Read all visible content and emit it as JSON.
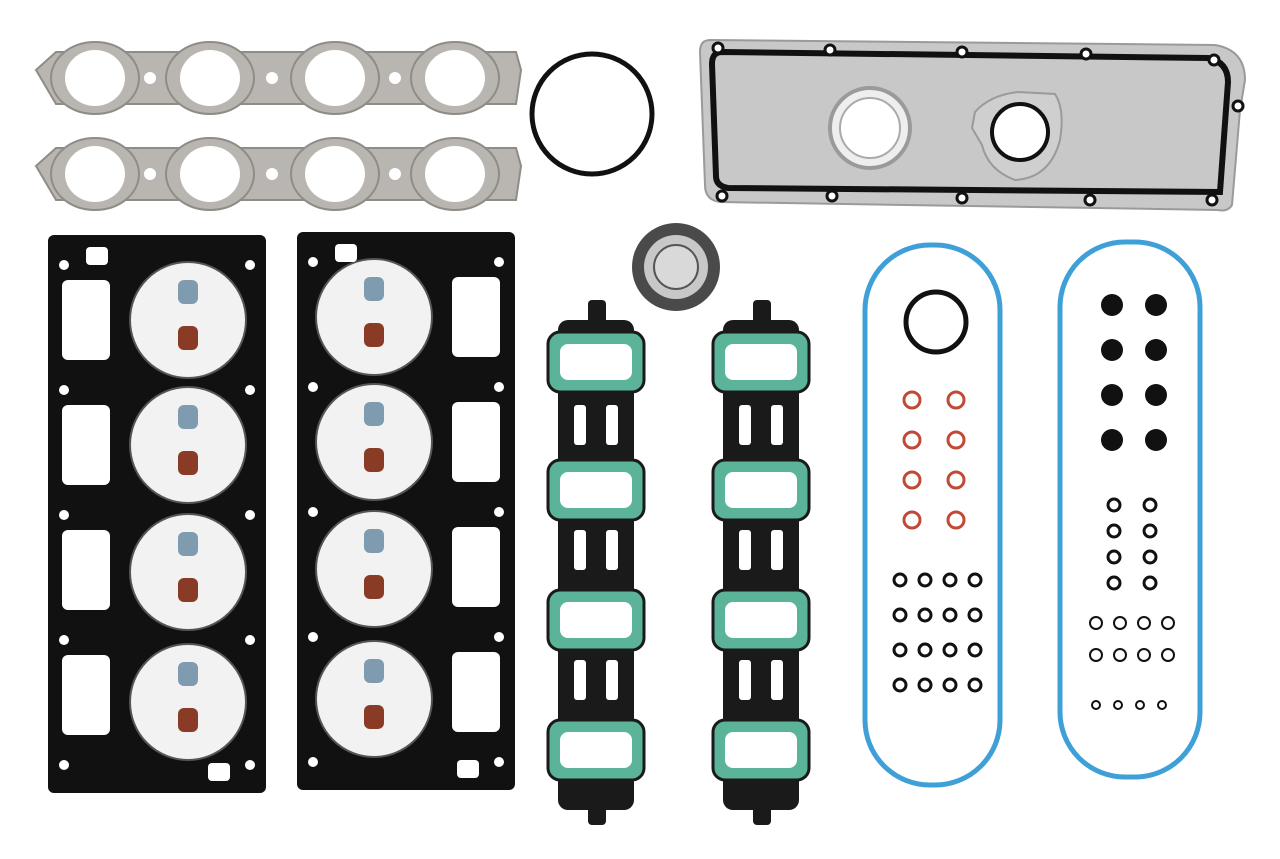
{
  "image": {
    "subject": "engine-gasket-set",
    "background": "#ffffff",
    "colors": {
      "exhaust_gasket": "#b9b6b2",
      "head_gasket_steel": "#111111",
      "head_gasket_bore": "#f2f2f2",
      "valve_seal_steel": "#7f9bb0",
      "valve_seal_red": "#8a3b26",
      "intake_gasket_green": "#5bb39a",
      "valley_gasket_metal": "#c8c8c8",
      "pan_gasket_blue": "#3fa0d8",
      "o_ring_black": "#111111",
      "o_ring_red": "#c04a36",
      "timing_seal": "#4a4a4a"
    },
    "parts": [
      "exhaust-manifold-gasket",
      "exhaust-manifold-gasket",
      "throttle-body-o-ring",
      "valley-cover-gasket",
      "cylinder-head-gasket",
      "cylinder-head-gasket",
      "rear-main-seal",
      "intake-manifold-gasket",
      "intake-manifold-gasket",
      "valve-cover-gasket",
      "valve-cover-gasket"
    ]
  }
}
